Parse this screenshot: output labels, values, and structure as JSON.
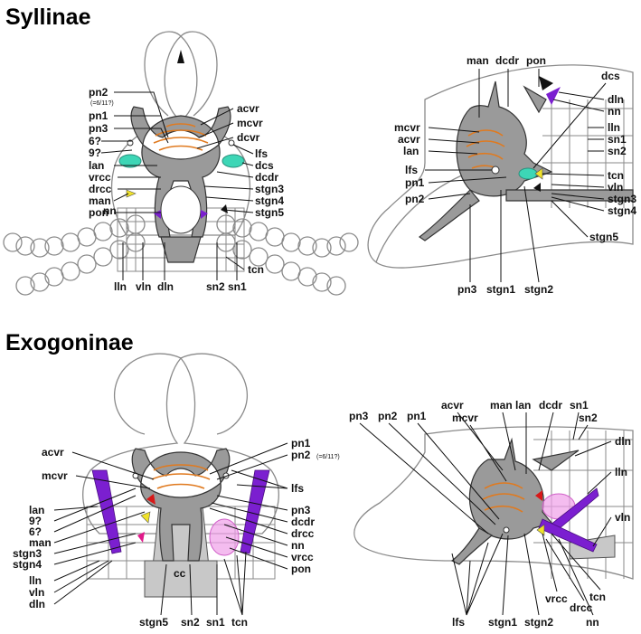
{
  "sections": {
    "top_title": "Syllinae",
    "bottom_title": "Exogoninae"
  },
  "superscript": "(=6/11?)",
  "colors": {
    "nerve_orange": "#e07a1f",
    "purple": "#7b1fd0",
    "teal": "#3dd6b6",
    "pink": "#f0a0e8",
    "yellow": "#f0e22a",
    "red": "#d81818",
    "gray_body": "#9a9a9a"
  },
  "labels": {
    "syl_dorsal": [
      "pn2",
      "pn1",
      "pn3",
      "6?",
      "9?",
      "lan",
      "vrcc",
      "drcc",
      "man",
      "pon",
      "nn",
      "acvr",
      "mcvr",
      "dcvr",
      "lfs",
      "dcs",
      "dcdr",
      "stgn3",
      "stgn4",
      "stgn5",
      "tcn",
      "lln",
      "vln",
      "dln",
      "sn2",
      "sn1"
    ],
    "syl_lateral": [
      "man",
      "dcdr",
      "pon",
      "dcs",
      "dln",
      "nn",
      "lln",
      "sn1",
      "sn2",
      "mcvr",
      "acvr",
      "lan",
      "lfs",
      "pn1",
      "pn2",
      "tcn",
      "vln",
      "stgn3",
      "stgn4",
      "stgn5",
      "pn3",
      "stgn1",
      "stgn2"
    ],
    "exo_dorsal": [
      "acvr",
      "mcvr",
      "lan",
      "9?",
      "6?",
      "man",
      "stgn3",
      "stgn4",
      "lln",
      "vln",
      "dln",
      "pn1",
      "pn2",
      "lfs",
      "pn3",
      "dcdr",
      "drcc",
      "nn",
      "vrcc",
      "pon",
      "cc",
      "stgn5",
      "sn2",
      "sn1",
      "tcn"
    ],
    "exo_lateral": [
      "pn3",
      "pn2",
      "pn1",
      "acvr",
      "mcvr",
      "man",
      "lan",
      "dcdr",
      "sn1",
      "sn2",
      "dln",
      "lln",
      "vln",
      "lfs",
      "stgn1",
      "stgn2",
      "vrcc",
      "drcc",
      "tcn",
      "nn"
    ]
  }
}
